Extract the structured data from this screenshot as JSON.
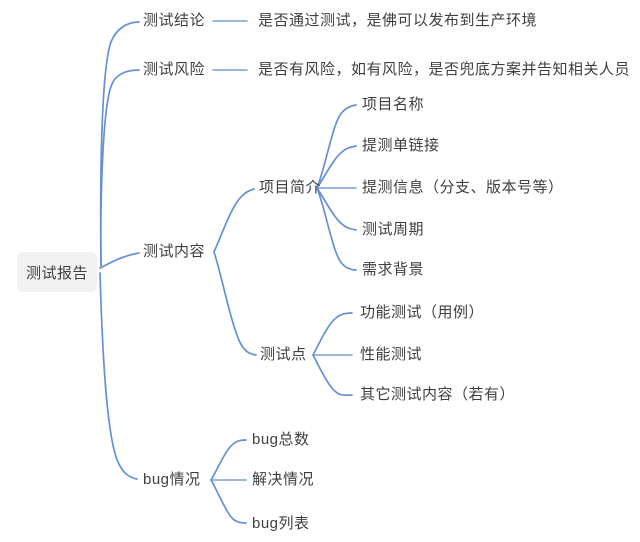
{
  "root": {
    "label": "测试报告"
  },
  "branches": [
    {
      "label": "测试结论",
      "children": [
        {
          "label": "是否通过测试，是佛可以发布到生产环境"
        }
      ]
    },
    {
      "label": "测试风险",
      "children": [
        {
          "label": "是否有风险，如有风险，是否兜底方案并告知相关人员"
        }
      ]
    },
    {
      "label": "测试内容",
      "children": [
        {
          "label": "项目简介",
          "children": [
            {
              "label": "项目名称"
            },
            {
              "label": "提测单链接"
            },
            {
              "label": "提测信息（分支、版本号等）"
            },
            {
              "label": "测试周期"
            },
            {
              "label": "需求背景"
            }
          ]
        },
        {
          "label": "测试点",
          "children": [
            {
              "label": "功能测试（用例）"
            },
            {
              "label": "性能测试"
            },
            {
              "label": "其它测试内容（若有）"
            }
          ]
        }
      ]
    },
    {
      "label": "bug情况",
      "children": [
        {
          "label": "bug总数"
        },
        {
          "label": "解决情况"
        },
        {
          "label": "bug列表"
        }
      ]
    }
  ],
  "colors": {
    "curve_line": "#6590d5",
    "straight_line": "#8fadd9",
    "text": "#3f3f3f",
    "root_background": "#f1f1f2",
    "page_background": "#ffffff"
  }
}
